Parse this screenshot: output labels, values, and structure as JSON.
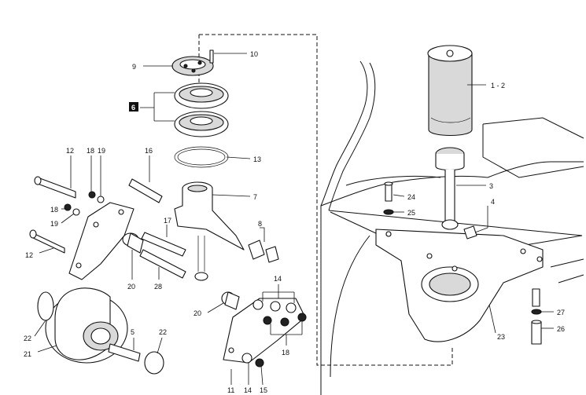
{
  "diagram": {
    "labels": {
      "l1_2": "1 - 2",
      "l3": "3",
      "l4": "4",
      "l5": "5",
      "l6": "6",
      "l7": "7",
      "l8": "8",
      "l9": "9",
      "l10": "10",
      "l11": "11",
      "l12a": "12",
      "l12b": "12",
      "l13": "13",
      "l14a": "14",
      "l14b": "14",
      "l15": "15",
      "l16": "16",
      "l17": "17",
      "l18a": "18",
      "l18b": "18",
      "l18c": "18",
      "l19a": "19",
      "l19b": "19",
      "l20a": "20",
      "l20b": "20",
      "l21": "21",
      "l22a": "22",
      "l22b": "22",
      "l23": "23",
      "l24": "24",
      "l25": "25",
      "l26": "26",
      "l27": "27",
      "l28": "28"
    }
  }
}
